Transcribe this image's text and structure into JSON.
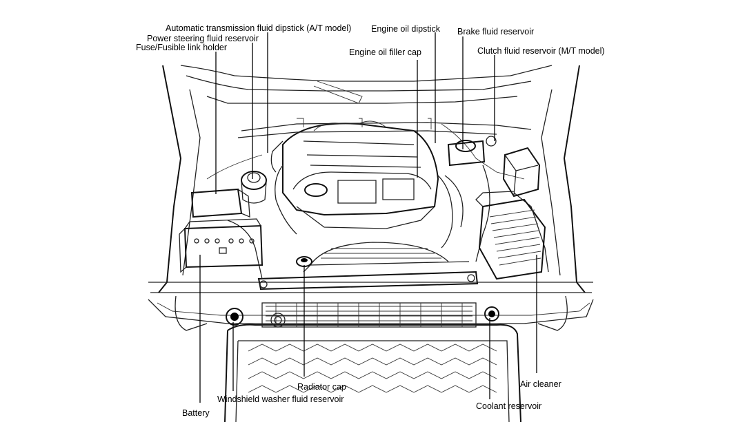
{
  "labels": {
    "at_dipstick": "Automatic transmission fluid dipstick (A/T model)",
    "ps_reservoir": "Power steering fluid reservoir",
    "fuse_holder": "Fuse/Fusible link holder",
    "oil_dipstick": "Engine oil dipstick",
    "brake_reservoir": "Brake fluid reservoir",
    "oil_filler": "Engine oil filler cap",
    "clutch_reservoir": "Clutch fluid reservoir (M/T model)",
    "air_cleaner": "Air cleaner",
    "coolant_reservoir": "Coolant reservoir",
    "radiator_cap": "Radiator cap",
    "washer_reservoir": "Windshield washer fluid reservoir",
    "battery": "Battery"
  }
}
